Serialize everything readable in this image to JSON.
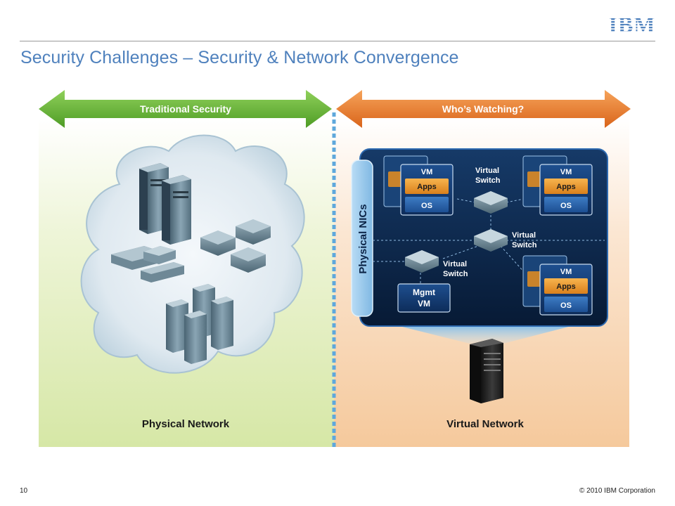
{
  "slide": {
    "title": "Security Challenges – Security & Network Convergence",
    "logo_text": "IBM",
    "page_number": "10",
    "copyright": "© 2010 IBM Corporation"
  },
  "diagram": {
    "left_arrow_label": "Traditional Security",
    "right_arrow_label": "Who’s Watching?",
    "left_caption": "Physical Network",
    "right_caption": "Virtual Network",
    "physical_nics_label": "Physical NICs",
    "vm_label": "VM",
    "apps_label": "Apps",
    "os_label": "OS",
    "switch_line1": "Virtual",
    "switch_line2": "Switch",
    "mgmt_line1": "Mgmt",
    "mgmt_line2": "VM"
  },
  "colors": {
    "accent_blue": "#4f81bd",
    "green_arrow": "#6dbb3c",
    "orange_arrow": "#ee7d22",
    "panel_navy": "#0b2346",
    "apps_orange": "#e99a2c"
  }
}
